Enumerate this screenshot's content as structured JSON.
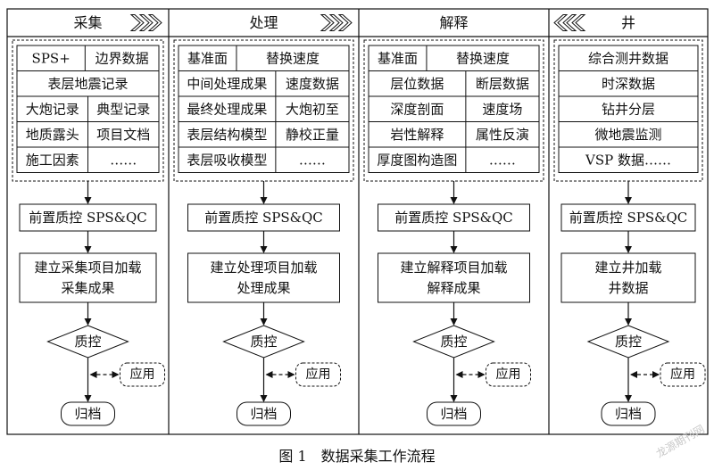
{
  "columns": [
    {
      "title": "采集",
      "rows": [
        [
          "SPS+",
          "边界数据"
        ],
        [
          "表层地震记录"
        ],
        [
          "大炮记录",
          "典型记录"
        ],
        [
          "地质露头",
          "项目文档"
        ],
        [
          "施工因素",
          "……"
        ]
      ],
      "qc_pre": "前置质控 SPS&QC",
      "load": [
        "建立采集项目加载",
        "采集成果"
      ],
      "decision": "质控",
      "apply": "应用",
      "archive": "归档"
    },
    {
      "title": "处理",
      "rows": [
        [
          "基准面",
          "替换速度"
        ],
        [
          "中间处理成果",
          "速度数据"
        ],
        [
          "最终处理成果",
          "大炮初至"
        ],
        [
          "表层结构模型",
          "静校正量"
        ],
        [
          "表层吸收模型",
          "……"
        ]
      ],
      "qc_pre": "前置质控 SPS&QC",
      "load": [
        "建立处理项目加载",
        "处理成果"
      ],
      "decision": "质控",
      "apply": "应用",
      "archive": "归档"
    },
    {
      "title": "解释",
      "rows": [
        [
          "基准面",
          "替换速度"
        ],
        [
          "层位数据",
          "断层数据"
        ],
        [
          "深度剖面",
          "速度场"
        ],
        [
          "岩性解释",
          "属性反演"
        ],
        [
          "厚度图构造图",
          "……"
        ]
      ],
      "qc_pre": "前置质控 SPS&QC",
      "load": [
        "建立解释项目加载",
        "解释成果"
      ],
      "decision": "质控",
      "apply": "应用",
      "archive": "归档"
    },
    {
      "title": "井",
      "rows": [
        [
          "综合测井数据"
        ],
        [
          "时深数据"
        ],
        [
          "钻井分层"
        ],
        [
          "微地震监测"
        ],
        [
          "VSP 数据……"
        ]
      ],
      "qc_pre": "前置质控 SPS&QC",
      "load": [
        "建立井加载",
        "井数据"
      ],
      "decision": "质控",
      "apply": "应用",
      "archive": "归档"
    }
  ],
  "caption": "图 1　数据采集工作流程",
  "watermark": "龙源期刊网"
}
